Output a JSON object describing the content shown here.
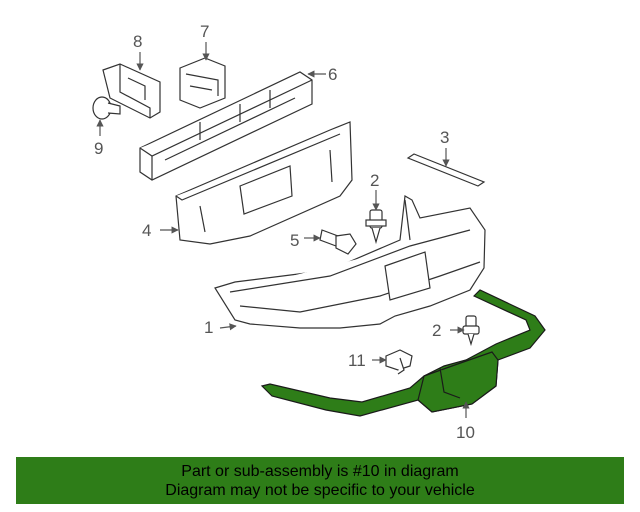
{
  "diagram": {
    "callouts": [
      "8",
      "7",
      "6",
      "9",
      "3",
      "2",
      "4",
      "5",
      "1",
      "2",
      "11",
      "10"
    ],
    "highlight_color": "#2e7d18",
    "line_color": "#555555"
  },
  "banner": {
    "line1": "Part or sub-assembly is #10 in diagram",
    "line2": "Diagram may not be specific to your vehicle",
    "background": "#2e7d18"
  }
}
